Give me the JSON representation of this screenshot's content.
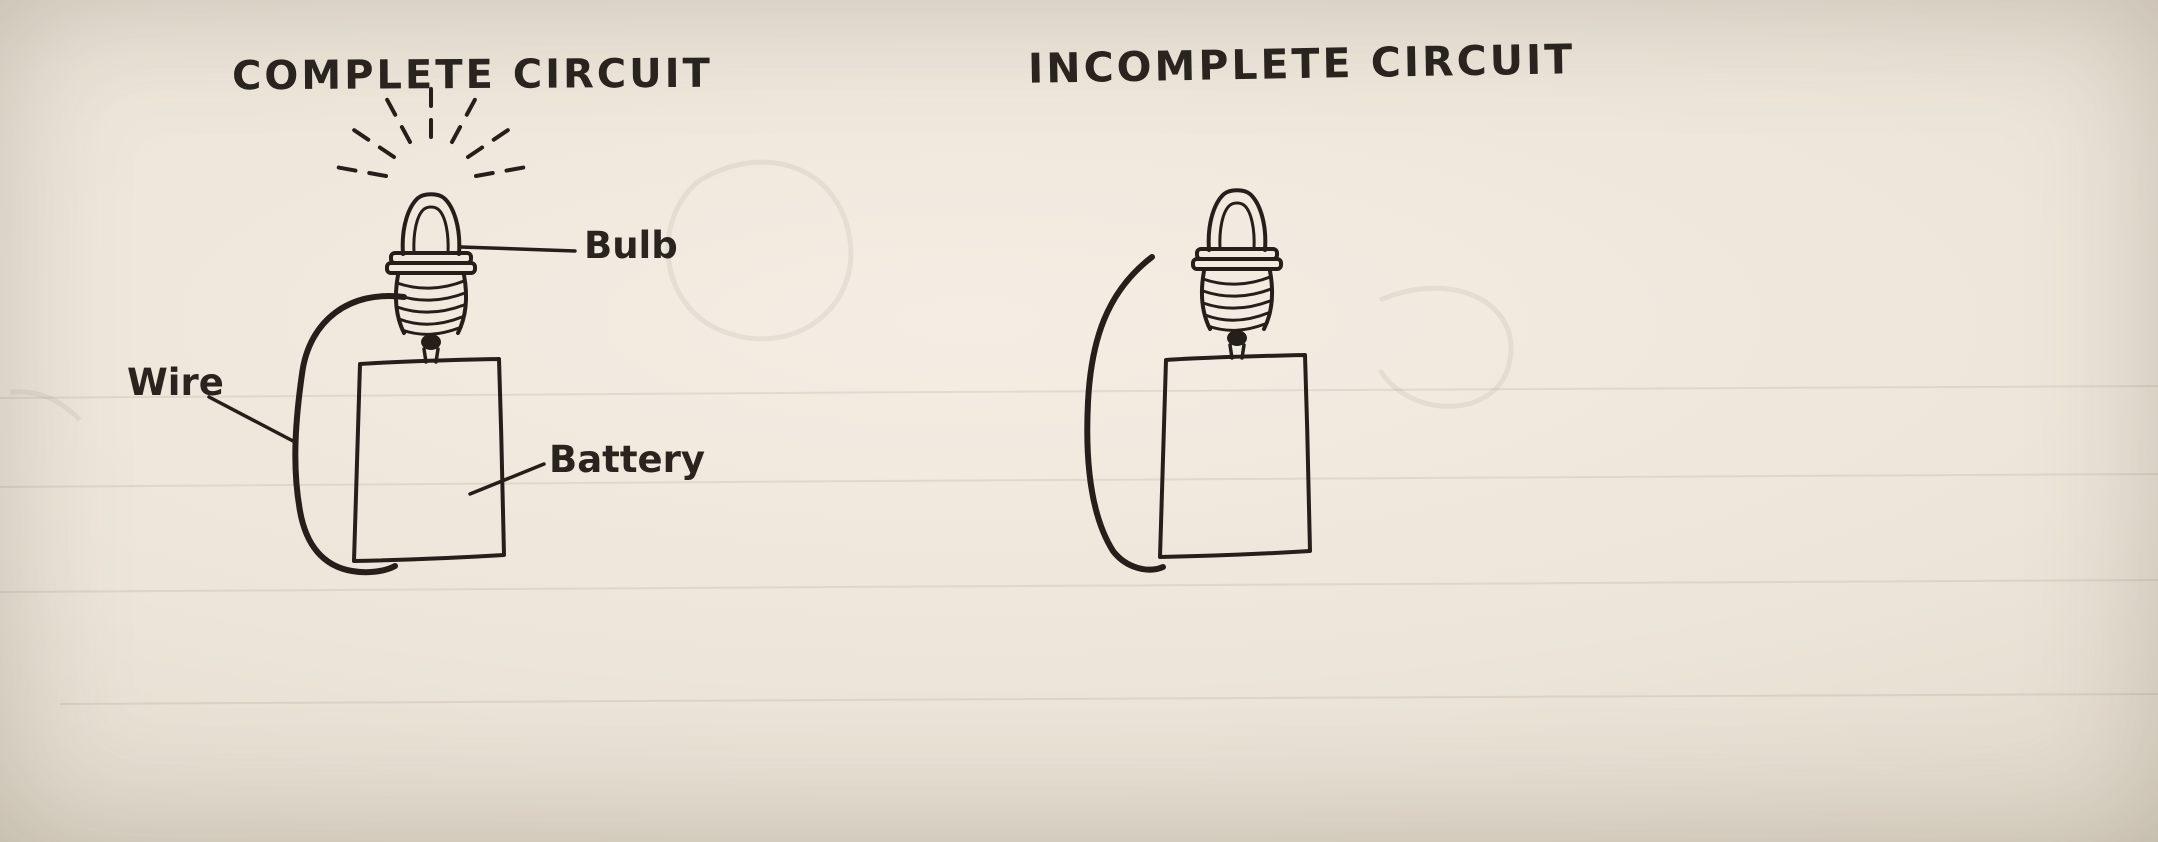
{
  "canvas": {
    "paper_color": "#ece5d9",
    "ink_color": "#241f19"
  },
  "figures": {
    "complete": {
      "title": "COMPLETE CIRCUIT"
    },
    "incomplete": {
      "title": "INCOMPLETE CIRCUIT"
    }
  },
  "labels": {
    "bulb": "Bulb",
    "wire": "Wire",
    "battery": "Battery"
  }
}
